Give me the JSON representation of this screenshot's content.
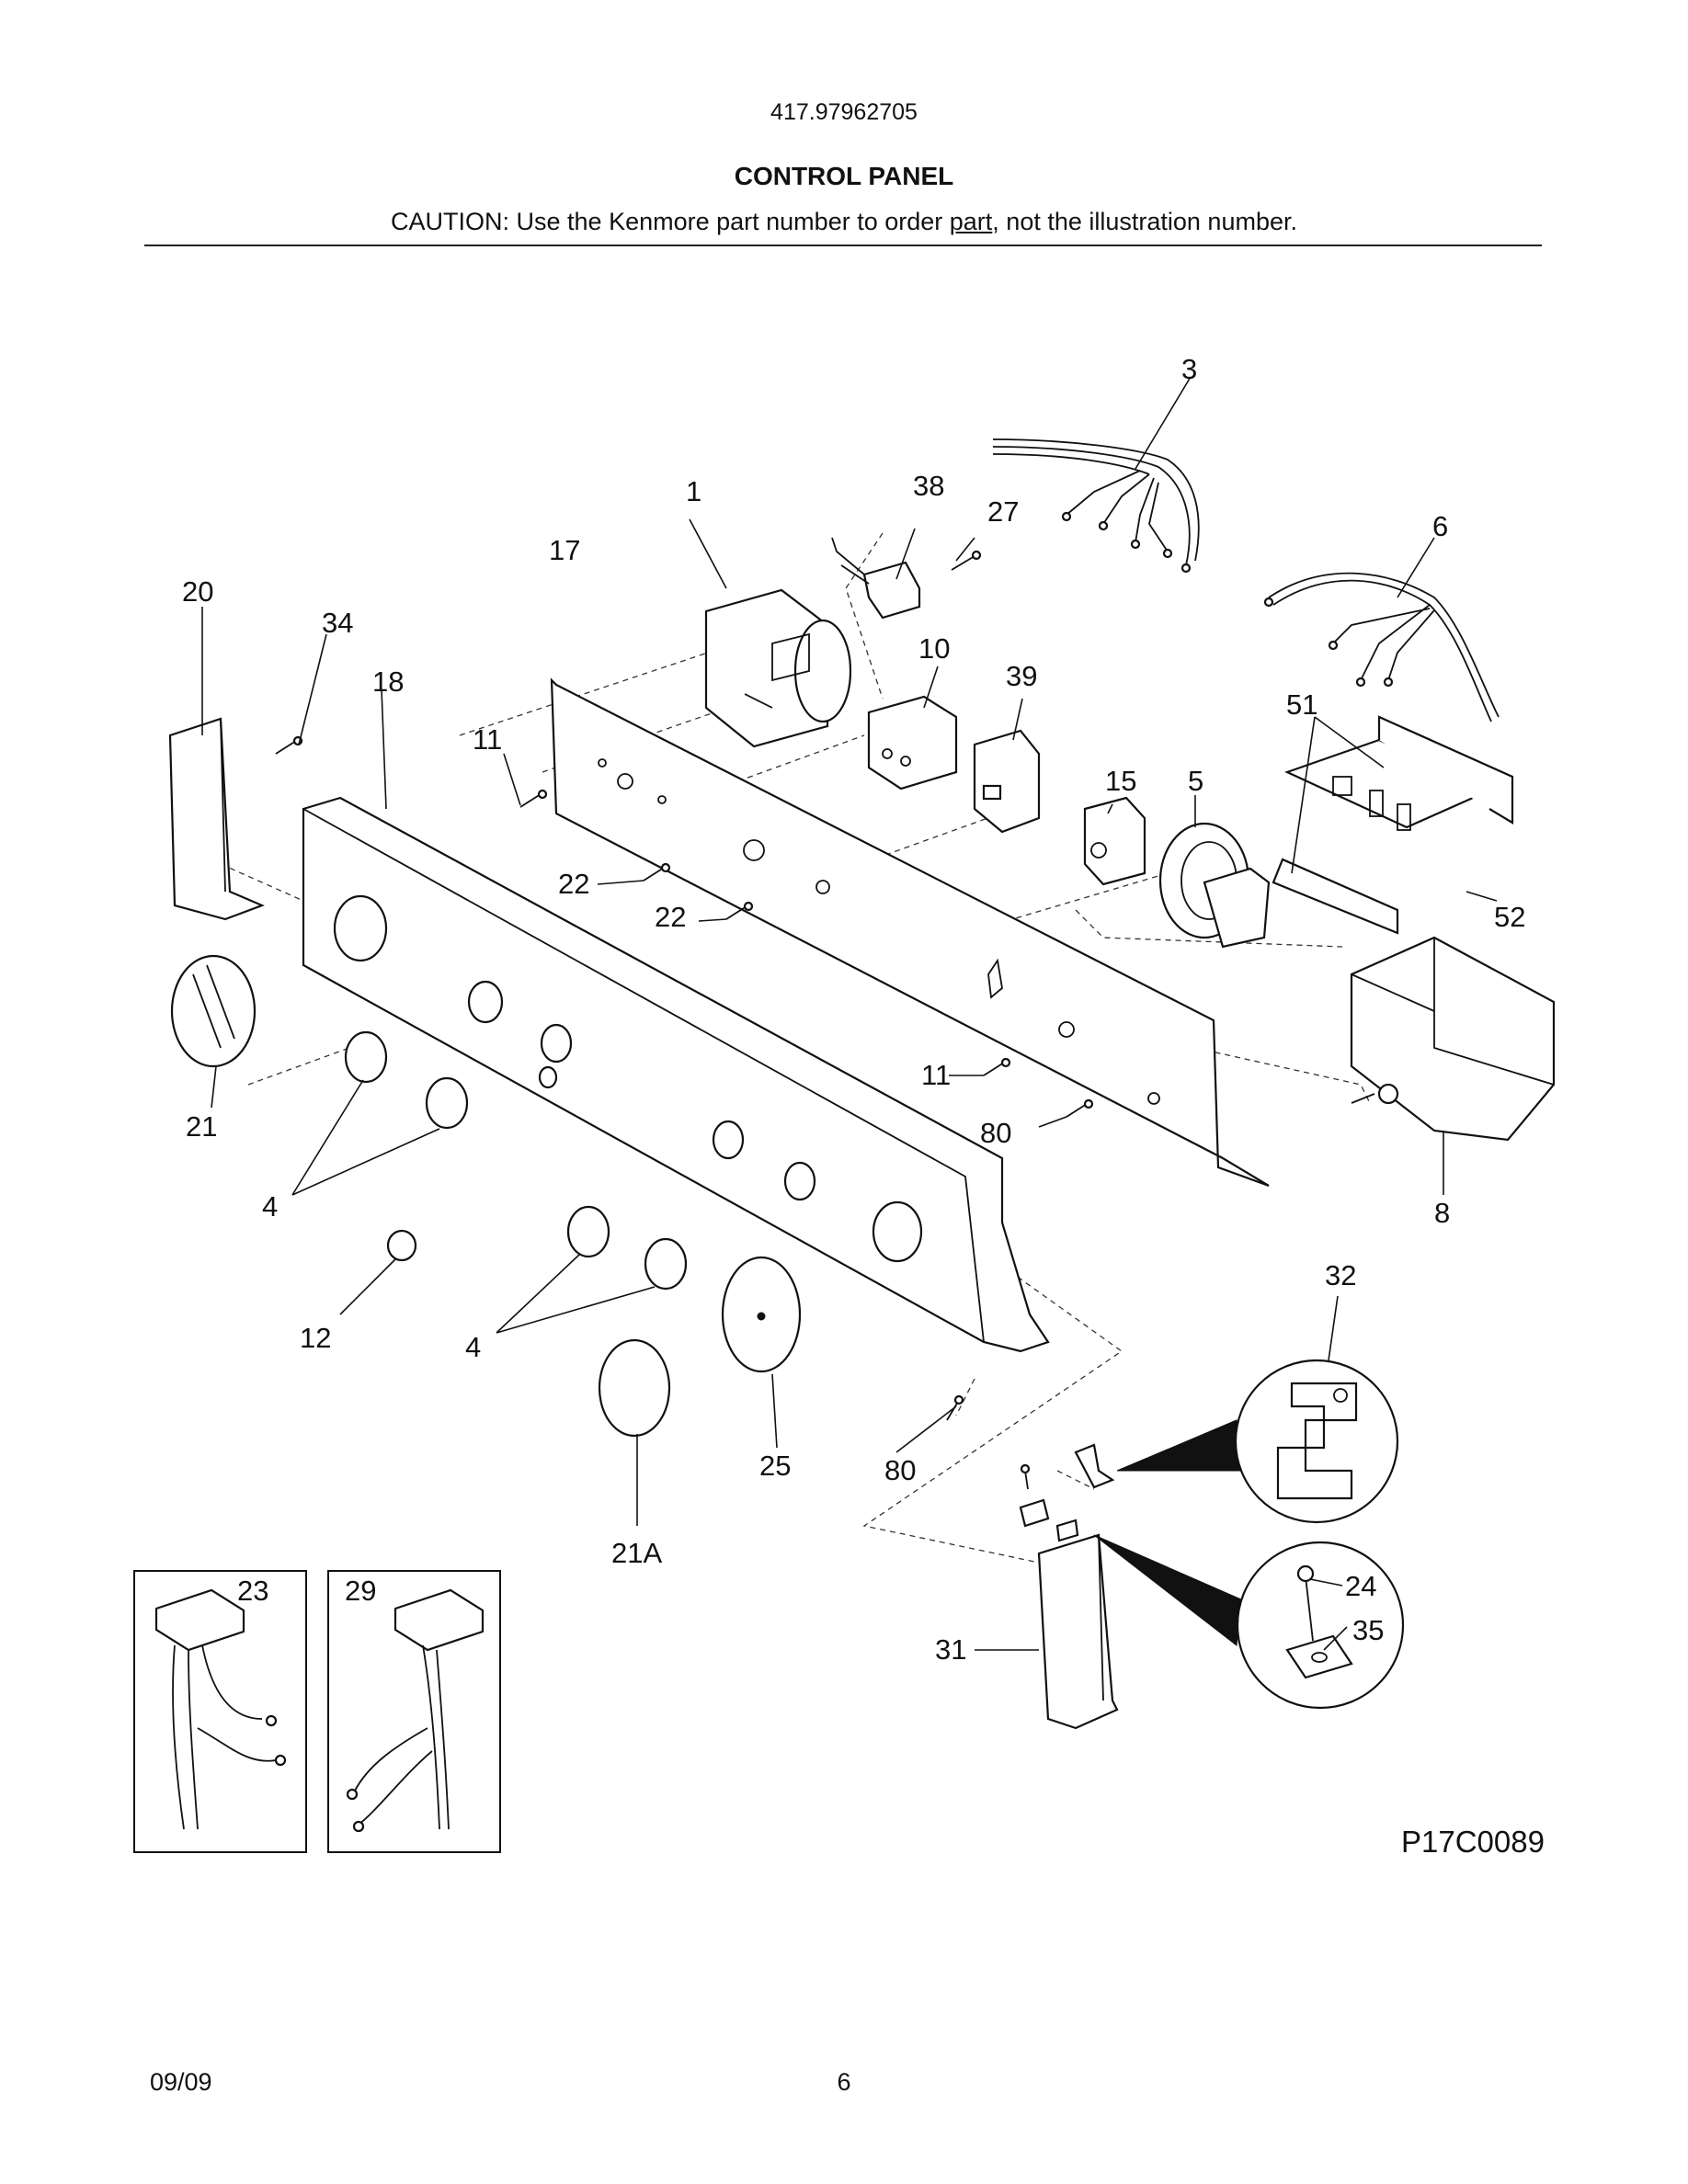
{
  "header": {
    "model_number": "417.97962705",
    "section_title": "CONTROL PANEL",
    "caution_before": "CAUTION: Use the Kenmore part number to order ",
    "caution_underlined": "part",
    "caution_after": ", not the illustration number."
  },
  "diagram": {
    "code": "P17C0089",
    "callouts": {
      "c1": "1",
      "c3": "3",
      "c4a": "4",
      "c4b": "4",
      "c5": "5",
      "c6": "6",
      "c8": "8",
      "c10": "10",
      "c11a": "11",
      "c11b": "11",
      "c12": "12",
      "c15": "15",
      "c17": "17",
      "c18": "18",
      "c20": "20",
      "c21": "21",
      "c21a": "21A",
      "c22a": "22",
      "c22b": "22",
      "c23": "23",
      "c24": "24",
      "c25": "25",
      "c27": "27",
      "c29": "29",
      "c31": "31",
      "c32": "32",
      "c34": "34",
      "c35": "35",
      "c38": "38",
      "c39": "39",
      "c51": "51",
      "c52": "52",
      "c80a": "80",
      "c80b": "80"
    }
  },
  "footer": {
    "date": "09/09",
    "page": "6"
  }
}
